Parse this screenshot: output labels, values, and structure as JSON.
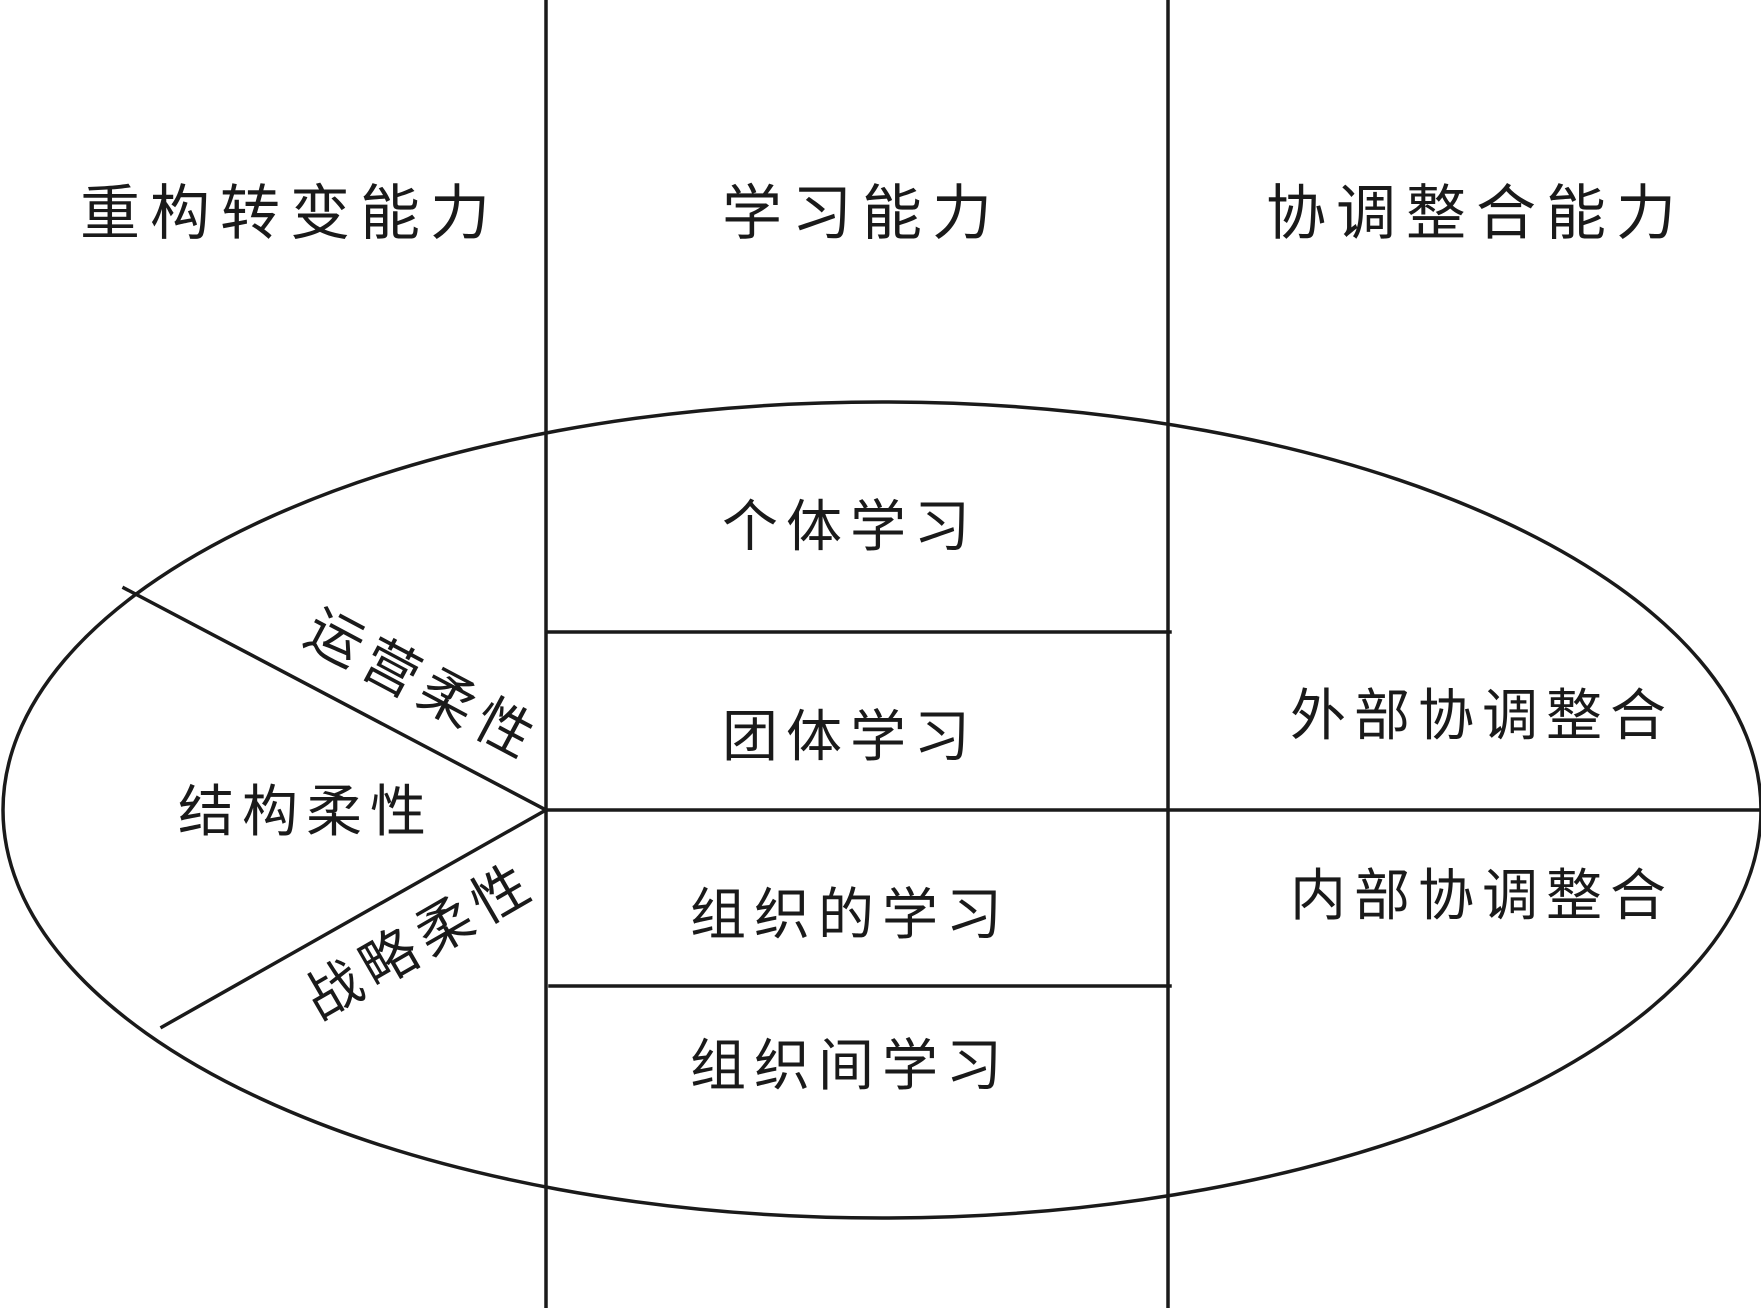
{
  "headers": {
    "reconfiguration": "重构转变能力",
    "learning": "学习能力",
    "coordination": "协调整合能力"
  },
  "reconfiguration": {
    "operational": "运营柔性",
    "structural": "结构柔性",
    "strategic": "战略柔性"
  },
  "learning": {
    "individual": "个体学习",
    "team": "团体学习",
    "organizational": "组织的学习",
    "inter_organizational": "组织间学习"
  },
  "coordination": {
    "external": "外部协调整合",
    "internal": "内部协调整合"
  },
  "colors": {
    "line": "#1a1a1a",
    "background": "#ffffff"
  }
}
